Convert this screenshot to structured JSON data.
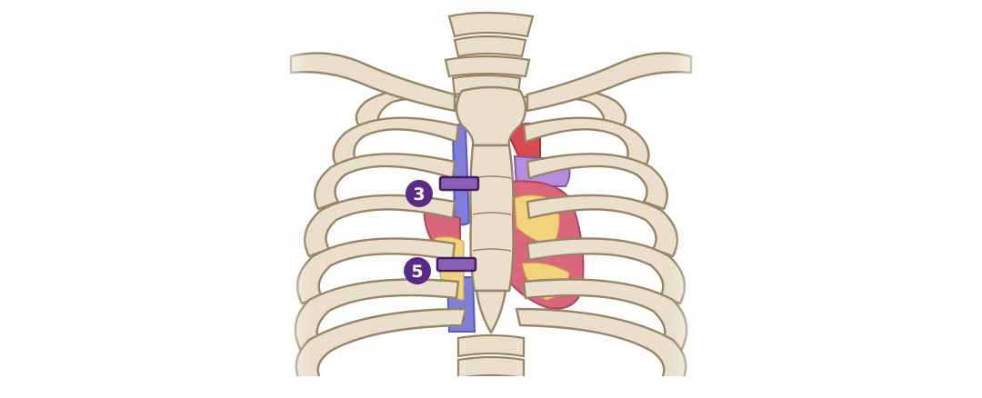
{
  "markers": [
    {
      "id": "marker-3",
      "number": "3"
    },
    {
      "id": "marker-5",
      "number": "5"
    }
  ],
  "colors": {
    "bone_fill": "#EADFCC",
    "bone_shadow": "#D8C6A6",
    "bone_outline": "#9A8466",
    "marker_purple": "#5B2A86",
    "marker_purple_light": "#8B5FB8",
    "vein_blue": "#7D7FDB",
    "artery_red": "#D84A4F",
    "heart_pink": "#D9667A",
    "fat_yellow": "#F2D27A",
    "atrium_lilac": "#B58CE0"
  }
}
